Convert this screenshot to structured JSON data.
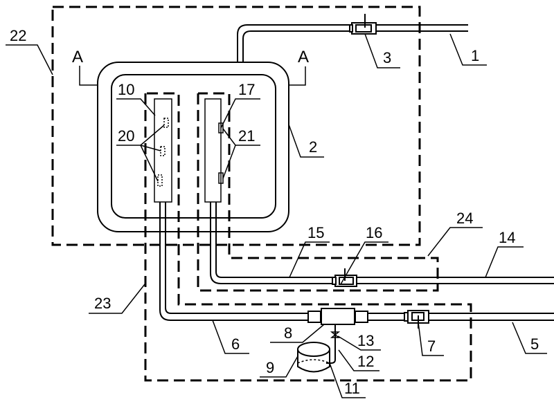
{
  "diagram": {
    "section_marks": [
      "A",
      "A"
    ],
    "labels": {
      "l1": "1",
      "l2": "2",
      "l3": "3",
      "l5": "5",
      "l6": "6",
      "l7": "7",
      "l8": "8",
      "l9": "9",
      "l10": "10",
      "l11": "11",
      "l12": "12",
      "l13": "13",
      "l14": "14",
      "l15": "15",
      "l16": "16",
      "l17": "17",
      "l20": "20",
      "l21": "21",
      "l22": "22",
      "l23": "23",
      "l24": "24"
    },
    "colors": {
      "line": "#000000",
      "background": "#ffffff"
    }
  }
}
